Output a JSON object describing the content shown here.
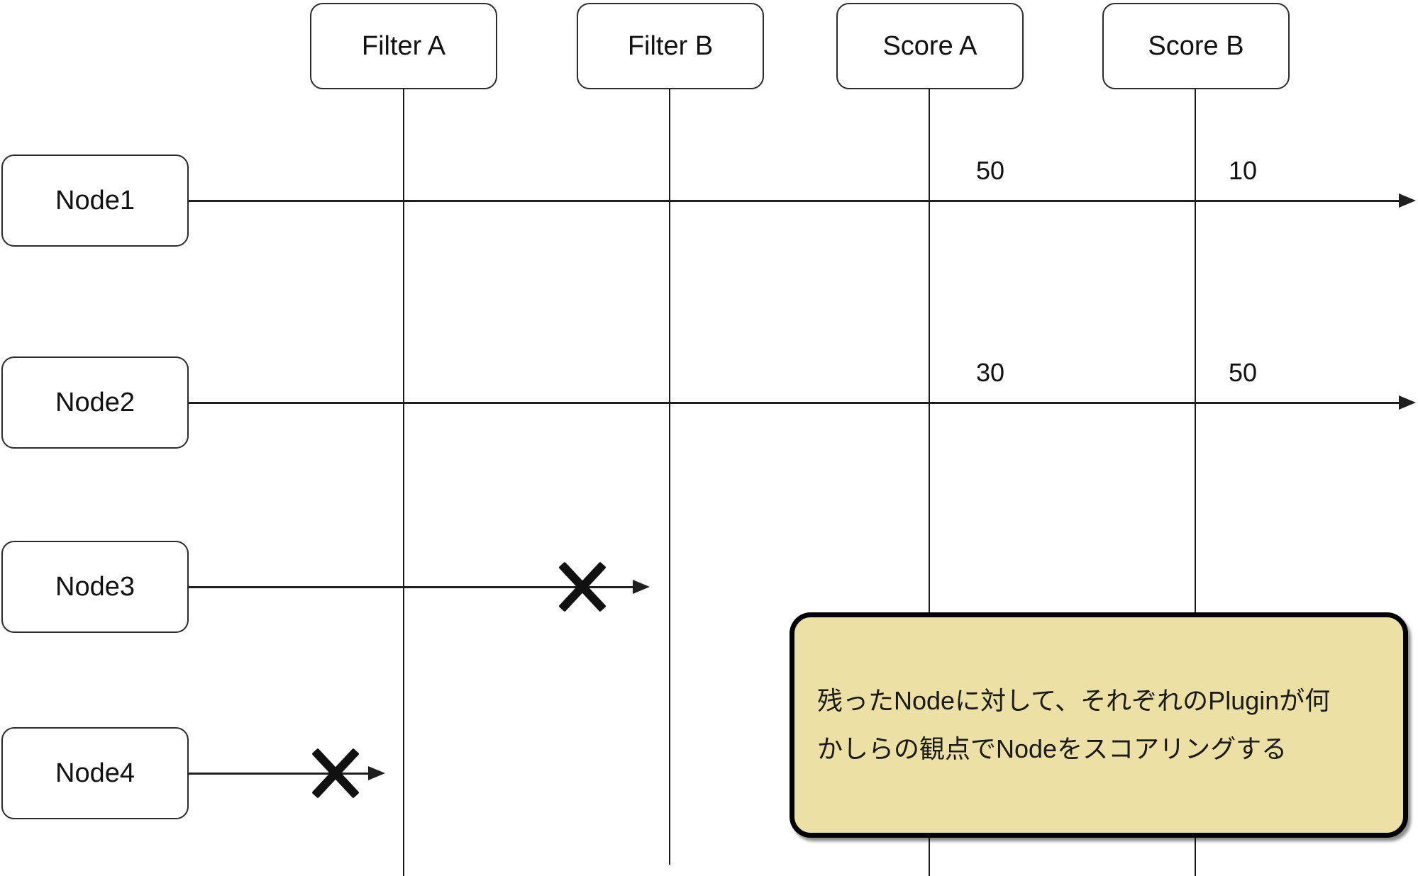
{
  "plugins": [
    {
      "label": "Filter A",
      "type": "filter"
    },
    {
      "label": "Filter B",
      "type": "filter"
    },
    {
      "label": "Score A",
      "type": "score"
    },
    {
      "label": "Score B",
      "type": "score"
    }
  ],
  "nodes": [
    {
      "label": "Node1",
      "score_a": "50",
      "score_b": "10",
      "rejected_at": null
    },
    {
      "label": "Node2",
      "score_a": "30",
      "score_b": "50",
      "rejected_at": null
    },
    {
      "label": "Node3",
      "rejected_at": "Filter B"
    },
    {
      "label": "Node4",
      "rejected_at": "Filter A"
    }
  ],
  "note": {
    "line1": "残ったNodeに対して、それぞれのPluginが何",
    "line2": "かしらの観点でNodeをスコアリングする",
    "fill_color": "#ede0a5",
    "border_color": "#000000"
  },
  "colors": {
    "background": "#ffffff",
    "box_fill": "#ffffff",
    "box_border": "#2b2b2b",
    "line": "#1f1f1f",
    "text": "#111111"
  }
}
